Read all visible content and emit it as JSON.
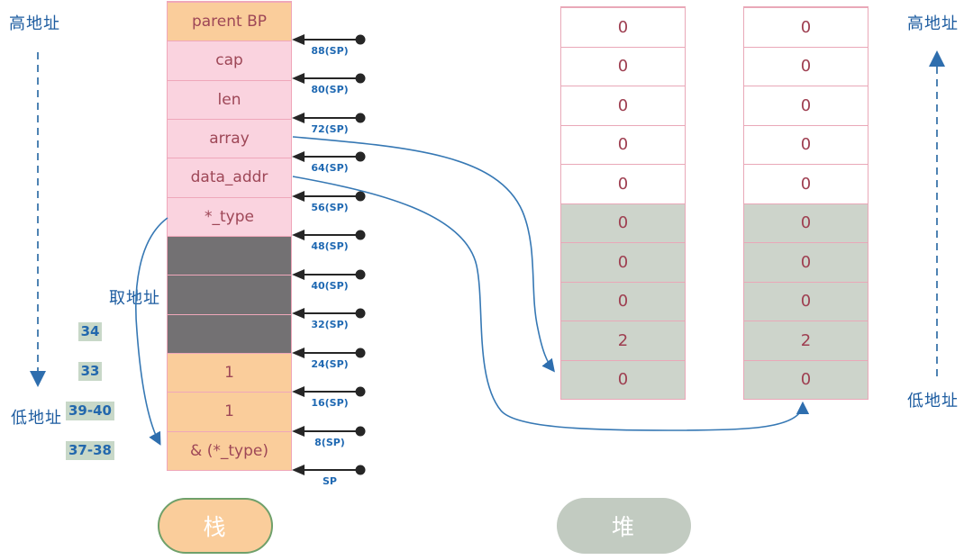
{
  "labels": {
    "high_addr_left": "高地址",
    "low_addr_left": "低地址",
    "high_addr_right": "高地址",
    "low_addr_right": "低地址",
    "take_addr": "取地址"
  },
  "stack": {
    "badge": "栈",
    "cells": [
      {
        "label": "parent BP",
        "tone": "orange"
      },
      {
        "label": "cap",
        "tone": "pink"
      },
      {
        "label": "len",
        "tone": "pink"
      },
      {
        "label": "array",
        "tone": "pink"
      },
      {
        "label": "data_addr",
        "tone": "pink"
      },
      {
        "label": "*_type",
        "tone": "pink"
      },
      {
        "label": "",
        "tone": "gray"
      },
      {
        "label": "",
        "tone": "gray"
      },
      {
        "label": "",
        "tone": "gray"
      },
      {
        "label": "1",
        "tone": "orange"
      },
      {
        "label": "1",
        "tone": "orange"
      },
      {
        "label": "& (*_type)",
        "tone": "orange"
      }
    ]
  },
  "sp_offsets": [
    "88(SP)",
    "80(SP)",
    "72(SP)",
    "64(SP)",
    "56(SP)",
    "48(SP)",
    "40(SP)",
    "32(SP)",
    "24(SP)",
    "16(SP)",
    "8(SP)",
    "SP"
  ],
  "code_line_numbers": [
    "34",
    "33",
    "39-40",
    "37-38"
  ],
  "heap": {
    "badge": "堆",
    "left_column": [
      {
        "value": "0",
        "shade": "plain"
      },
      {
        "value": "0",
        "shade": "plain"
      },
      {
        "value": "0",
        "shade": "plain"
      },
      {
        "value": "0",
        "shade": "plain"
      },
      {
        "value": "0",
        "shade": "plain"
      },
      {
        "value": "0",
        "shade": "shaded"
      },
      {
        "value": "0",
        "shade": "shaded"
      },
      {
        "value": "0",
        "shade": "shaded"
      },
      {
        "value": "2",
        "shade": "shaded"
      },
      {
        "value": "0",
        "shade": "shaded"
      }
    ],
    "right_column": [
      {
        "value": "0",
        "shade": "plain"
      },
      {
        "value": "0",
        "shade": "plain"
      },
      {
        "value": "0",
        "shade": "plain"
      },
      {
        "value": "0",
        "shade": "plain"
      },
      {
        "value": "0",
        "shade": "plain"
      },
      {
        "value": "0",
        "shade": "shaded"
      },
      {
        "value": "0",
        "shade": "shaded"
      },
      {
        "value": "0",
        "shade": "shaded"
      },
      {
        "value": "2",
        "shade": "shaded"
      },
      {
        "value": "0",
        "shade": "shaded"
      }
    ]
  },
  "colors": {
    "cell_pink": "#fad3df",
    "cell_orange": "#facd9b",
    "cell_gray": "#737173",
    "cell_border_pink": "#efa7ba",
    "heap_shaded": "#cdd4cb",
    "maroon_text": "#9e4757",
    "blue_label": "#1e68b2",
    "curve_blue": "#3678b4",
    "highlight_green": "#c8d8c8",
    "badge_gray": "#c2cbc1",
    "badge_green_border": "#6fa06a"
  }
}
